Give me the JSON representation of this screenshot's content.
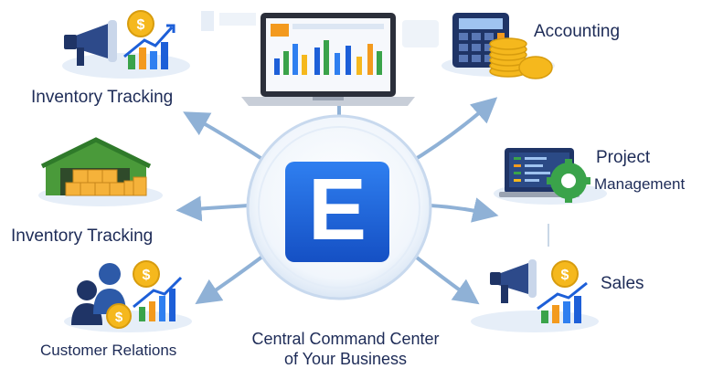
{
  "center": {
    "logo_letter": "E",
    "caption_line1": "Central Command Center",
    "caption_line2": "of Your Business"
  },
  "nodes": {
    "top_left": {
      "label": "Inventory Tracking",
      "icon": "megaphone-growth-icon"
    },
    "top_center": {
      "label": "",
      "icon": "laptop-dashboard-icon"
    },
    "top_right": {
      "label": "Accounting",
      "icon": "calculator-coins-icon"
    },
    "mid_left": {
      "label": "Inventory Tracking",
      "icon": "warehouse-icon"
    },
    "mid_right": {
      "label_line1": "Project",
      "label_line2": "Management",
      "icon": "monitor-gear-icon"
    },
    "bottom_left": {
      "label": "Customer Relations",
      "icon": "people-growth-icon"
    },
    "bottom_right": {
      "label": "Sales",
      "icon": "megaphone-sales-icon"
    }
  },
  "colors": {
    "accent_blue": "#1d5fd8",
    "navy_text": "#1d2b57",
    "arrow": "#8fb1d6",
    "gold": "#f5b81d",
    "green": "#3aa34a",
    "orange": "#f39a1e"
  }
}
